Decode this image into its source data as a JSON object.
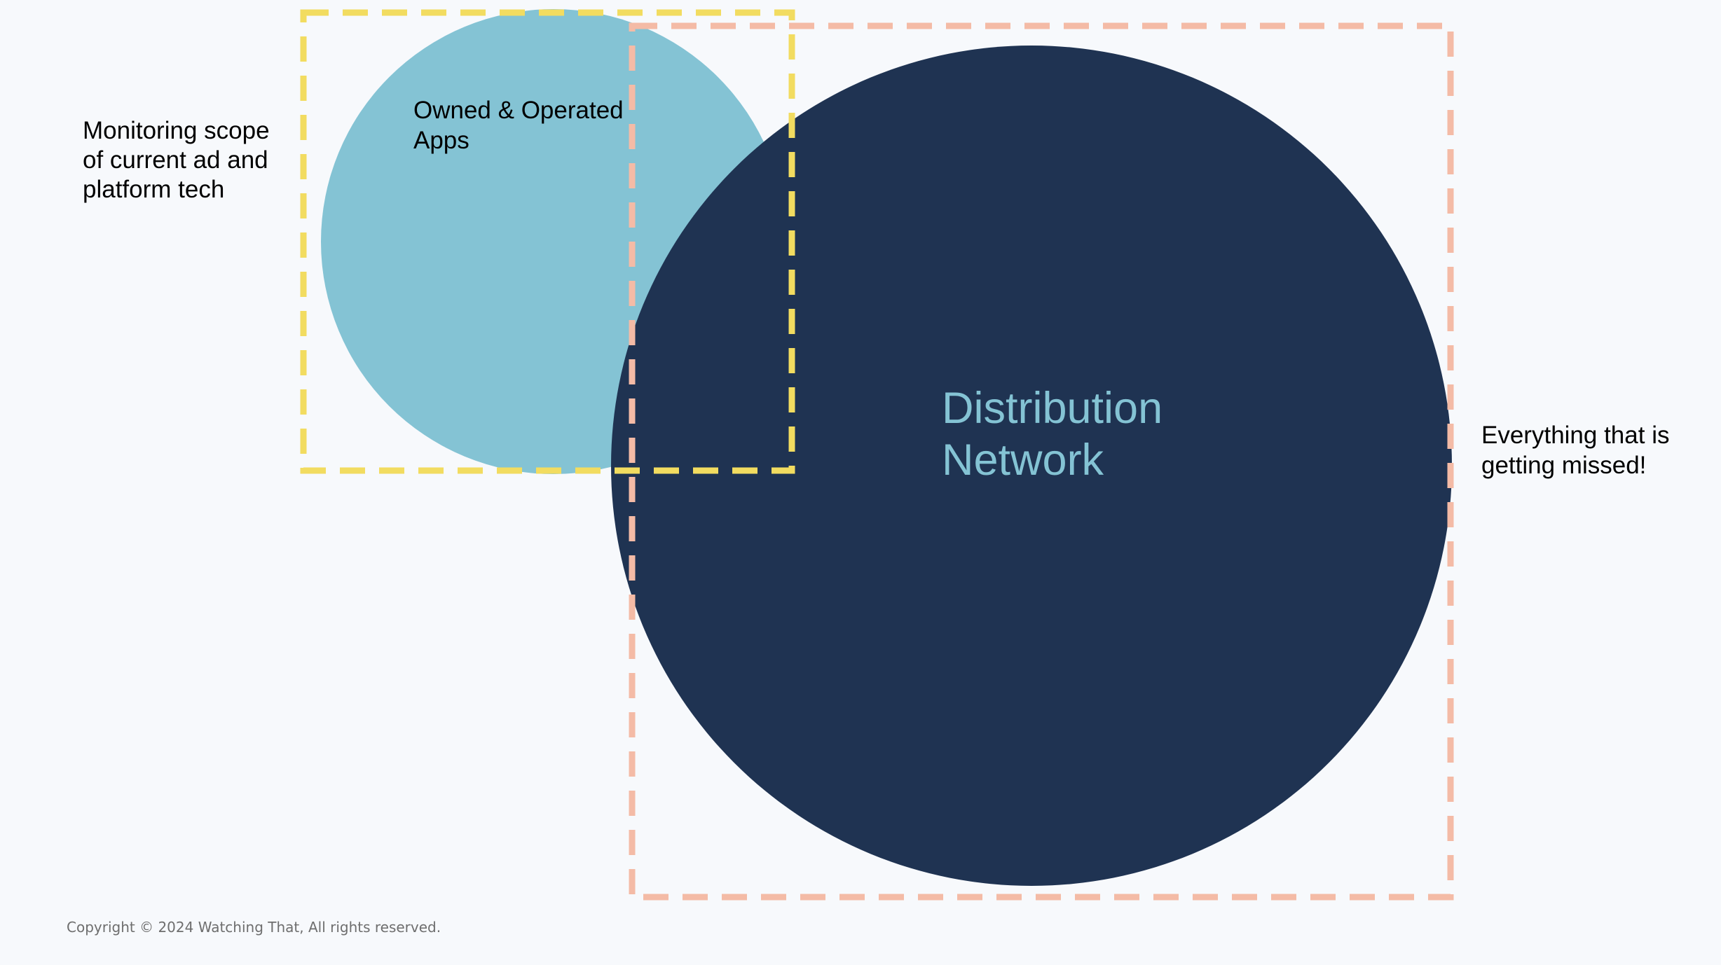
{
  "colors": {
    "background": "#f7f9fc",
    "owned_circle": "#84c3d4",
    "network_circle": "#1f3352",
    "monitoring_box": "#f2dc60",
    "missed_box": "#f4bba6",
    "network_text": "#84c3d4"
  },
  "labels": {
    "monitoring_scope": "Monitoring scope\nof current ad and\nplatform tech",
    "owned_operated": "Owned & Operated\nApps",
    "distribution_network": "Distribution\nNetwork",
    "missed": "Everything that is\ngetting missed!"
  },
  "footer": {
    "copyright": "Copyright © 2024 Watching That, All rights reserved."
  }
}
